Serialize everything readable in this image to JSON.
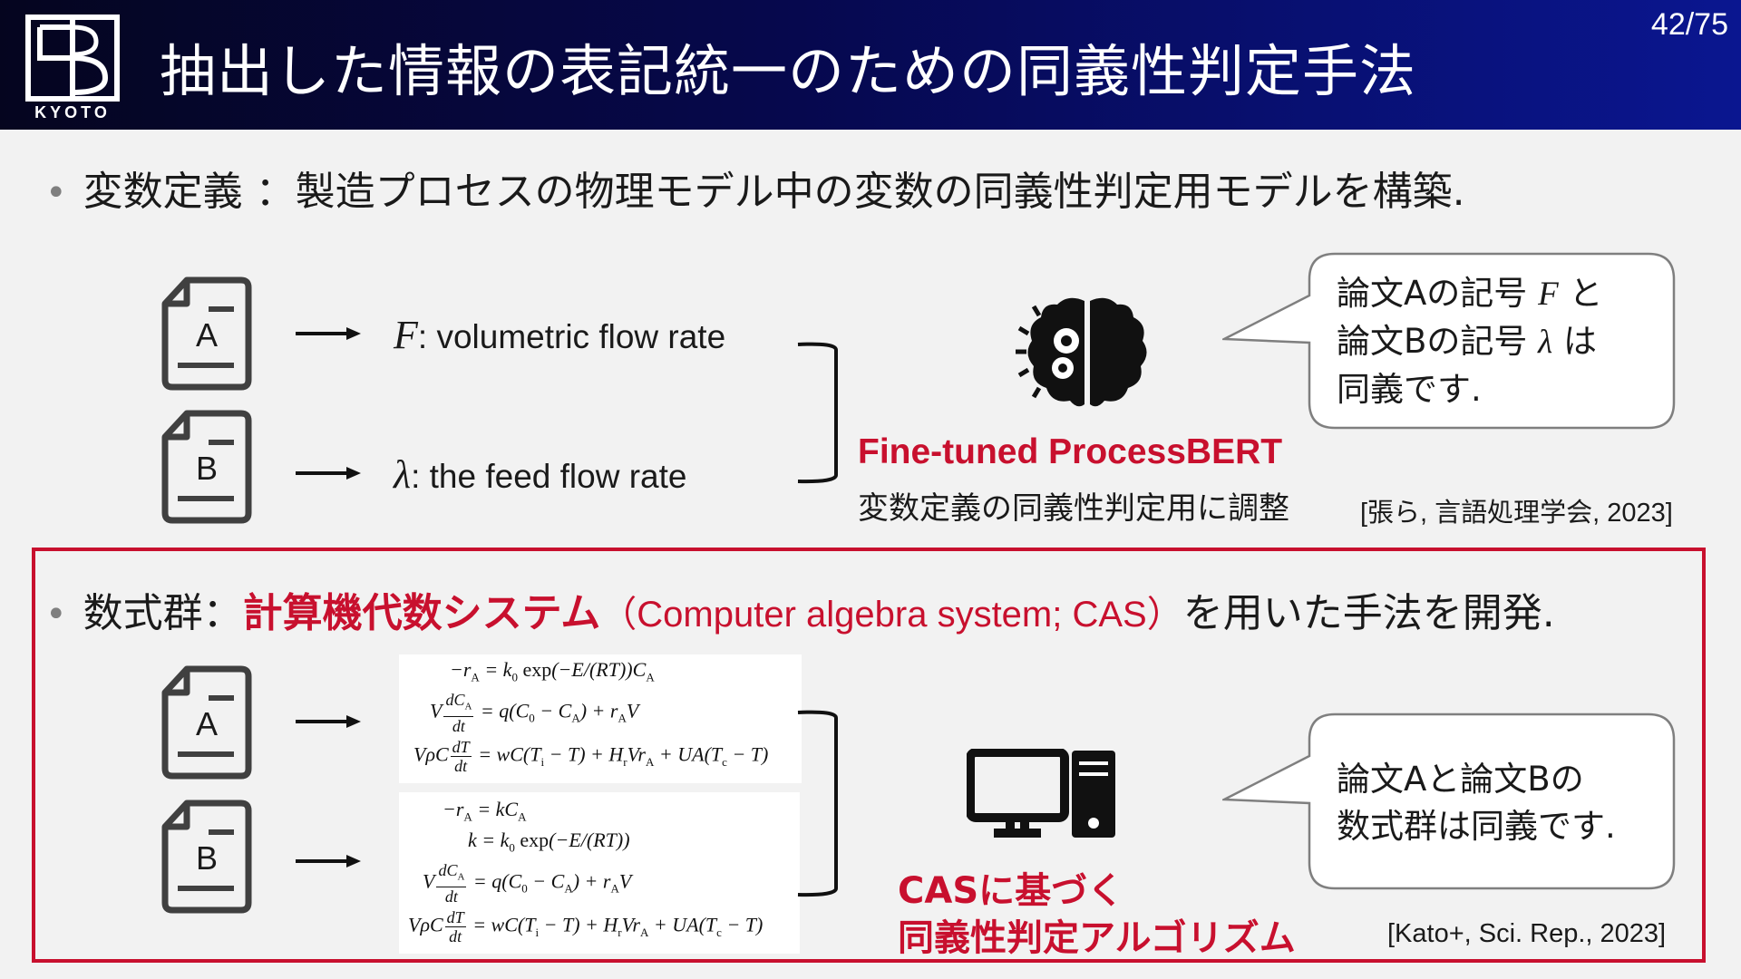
{
  "header": {
    "logo_text": "KYOTO",
    "title": "抽出した情報の表記統一のための同義性判定手法",
    "page_number": "42/75"
  },
  "section1": {
    "bullet": "変数定義 ：製造プロセスの物理モデル中の変数の同義性判定用モデルを構築.",
    "doc_a": "A",
    "doc_b": "B",
    "var_a_symbol": "F",
    "var_a_text": ": volumetric flow rate",
    "var_b_symbol": "λ",
    "var_b_text": ": the feed flow rate",
    "model_name": "Fine-tuned ProcessBERT",
    "model_desc": "変数定義の同義性判定用に調整",
    "bubble_line1_pre": "論文Aの記号 ",
    "bubble_line1_sym": "F",
    "bubble_line1_post": " と",
    "bubble_line2_pre": "論文Bの記号 ",
    "bubble_line2_sym": "λ",
    "bubble_line2_post": " は",
    "bubble_line3": "同義です.",
    "reference": "[張ら, 言語処理学会, 2023]",
    "icon": "brain-gears-icon"
  },
  "section2": {
    "bullet_pre": "数式群：",
    "bullet_red": "計算機代数システム",
    "bullet_paren": "（Computer algebra system; CAS）",
    "bullet_post": "を用いた手法を開発.",
    "doc_a": "A",
    "doc_b": "B",
    "equations_a": [
      "−r_A = k_0 exp(−E/(RT)) C_A",
      "V dC_A/dt = q(C_0 − C_A) + r_A V",
      "VρC dT/dt = wC(T_i − T) + H_r V r_A + UA(T_c − T)"
    ],
    "equations_b": [
      "−r_A = kC_A",
      "k = k_0 exp(−E/(RT))",
      "V dC_A/dt = q(C_0 − C_A) + r_A V",
      "VρC dT/dt = wC(T_i − T) + H_r V r_A + UA(T_c − T)"
    ],
    "cas_line1": "CASに基づく",
    "cas_line2": "同義性判定アルゴリズム",
    "bubble_line1": "論文Aと論文Bの",
    "bubble_line2": "数式群は同義です.",
    "reference": "[Kato+, Sci. Rep., 2023]",
    "icon": "computer-icon"
  },
  "colors": {
    "accent_red": "#c8102e",
    "header_dark": "#05051f",
    "header_blue": "#0a1690",
    "background": "#f2f2f2"
  }
}
